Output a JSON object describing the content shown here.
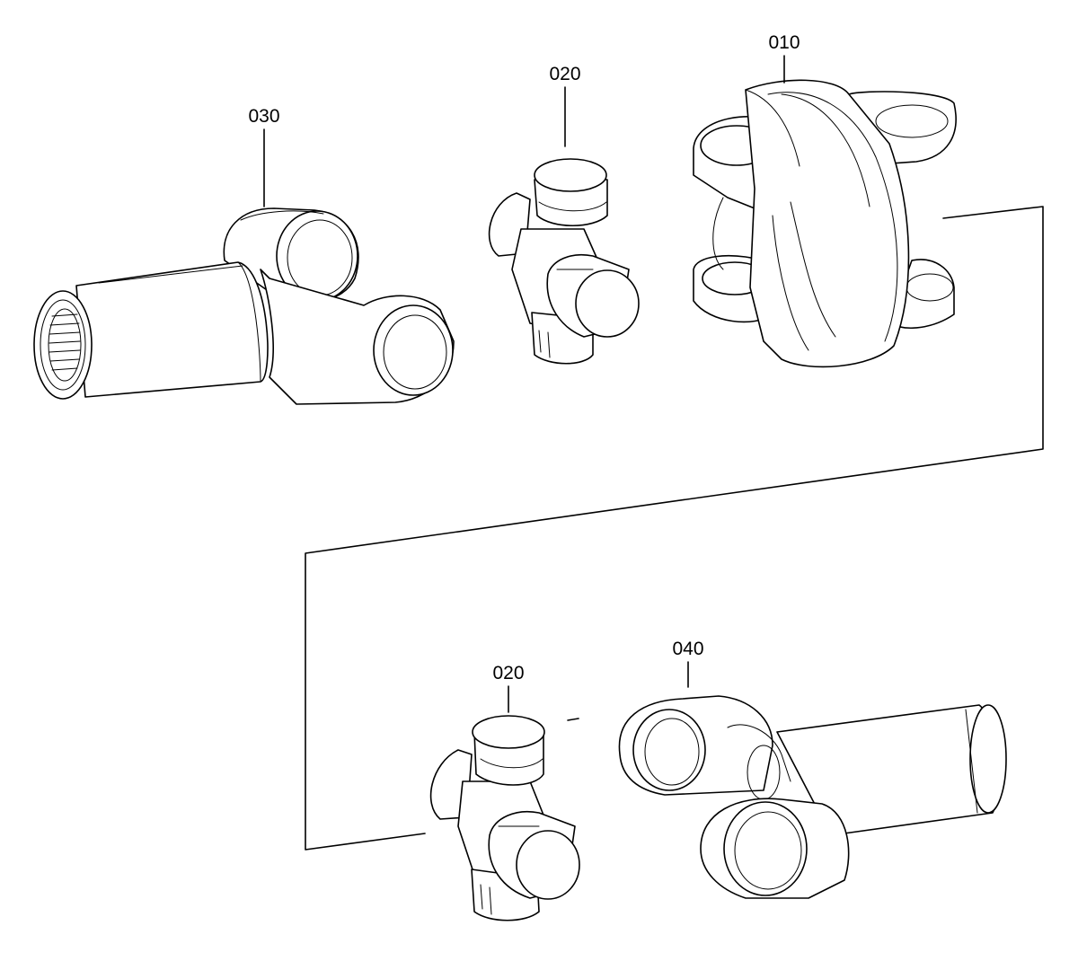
{
  "diagram": {
    "callouts": [
      {
        "id": "010",
        "label": "010"
      },
      {
        "id": "020a",
        "label": "020"
      },
      {
        "id": "030",
        "label": "030"
      },
      {
        "id": "020b",
        "label": "020"
      },
      {
        "id": "040",
        "label": "040"
      }
    ]
  },
  "colors": {
    "line": "#000000",
    "background": "#ffffff"
  }
}
